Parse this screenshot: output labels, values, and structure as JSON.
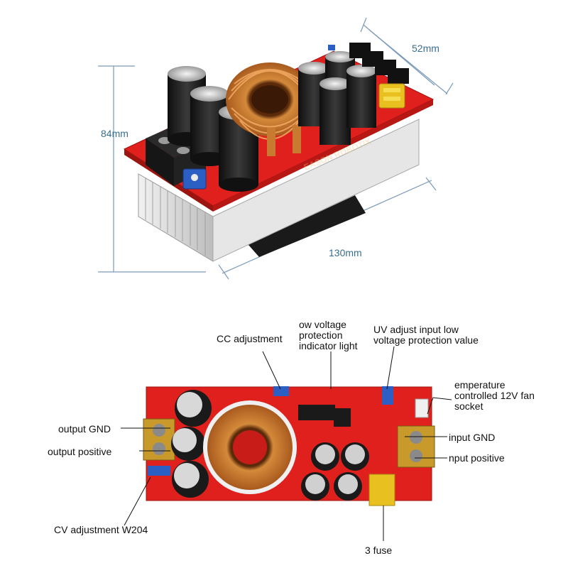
{
  "dimensions": {
    "height": "84mm",
    "depth": "52mm",
    "length": "130mm"
  },
  "labels": {
    "cc_adjustment": "CC adjustment",
    "low_voltage_indicator": "ow voltage\nprotection\nindicator light",
    "uv_adjust": "UV adjust input low\nvoltage protection value",
    "fan_socket": "emperature\ncontrolled 12V fan\nsocket",
    "output_gnd": "output GND",
    "output_positive": "output positive",
    "input_gnd": "input GND",
    "input_positive": "nput positive",
    "cv_adjustment": "CV adjustment W204",
    "fuse": "3 fuse"
  },
  "watermark": "EASON ROBOTIX",
  "colors": {
    "pcb_red": "#e0201c",
    "heatsink": "#d8d8d8",
    "dimension_line": "#6a8fb0",
    "copper": "#c8782e",
    "capacitor": "#1c1c1c",
    "fuse": "#e8c020",
    "terminal": "#c89a2c"
  }
}
